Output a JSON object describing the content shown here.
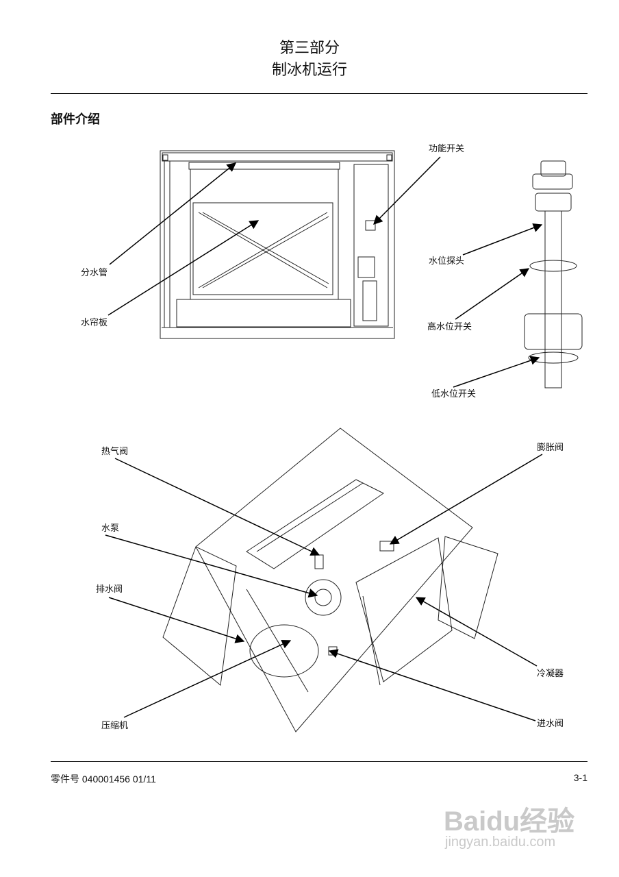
{
  "header": {
    "line1": "第三部分",
    "line2": "制冰机运行"
  },
  "section_title": "部件介绍",
  "labels": {
    "distribution_tube": "分水管",
    "water_curtain": "水帘板",
    "function_switch": "功能开关",
    "water_level_probe": "水位探头",
    "high_level_switch": "高水位开关",
    "low_level_switch": "低水位开关",
    "hot_gas_valve": "热气阀",
    "water_pump": "水泵",
    "drain_valve": "排水阀",
    "compressor": "压缩机",
    "expansion_valve": "膨胀阀",
    "condenser": "冷凝器",
    "inlet_valve": "进水阀"
  },
  "footer": {
    "part_label": "零件号",
    "part_number": "040001456 01/11",
    "page": "3-1"
  },
  "watermark": {
    "brand": "Baidu经验",
    "url": "jingyan.baidu.com"
  }
}
